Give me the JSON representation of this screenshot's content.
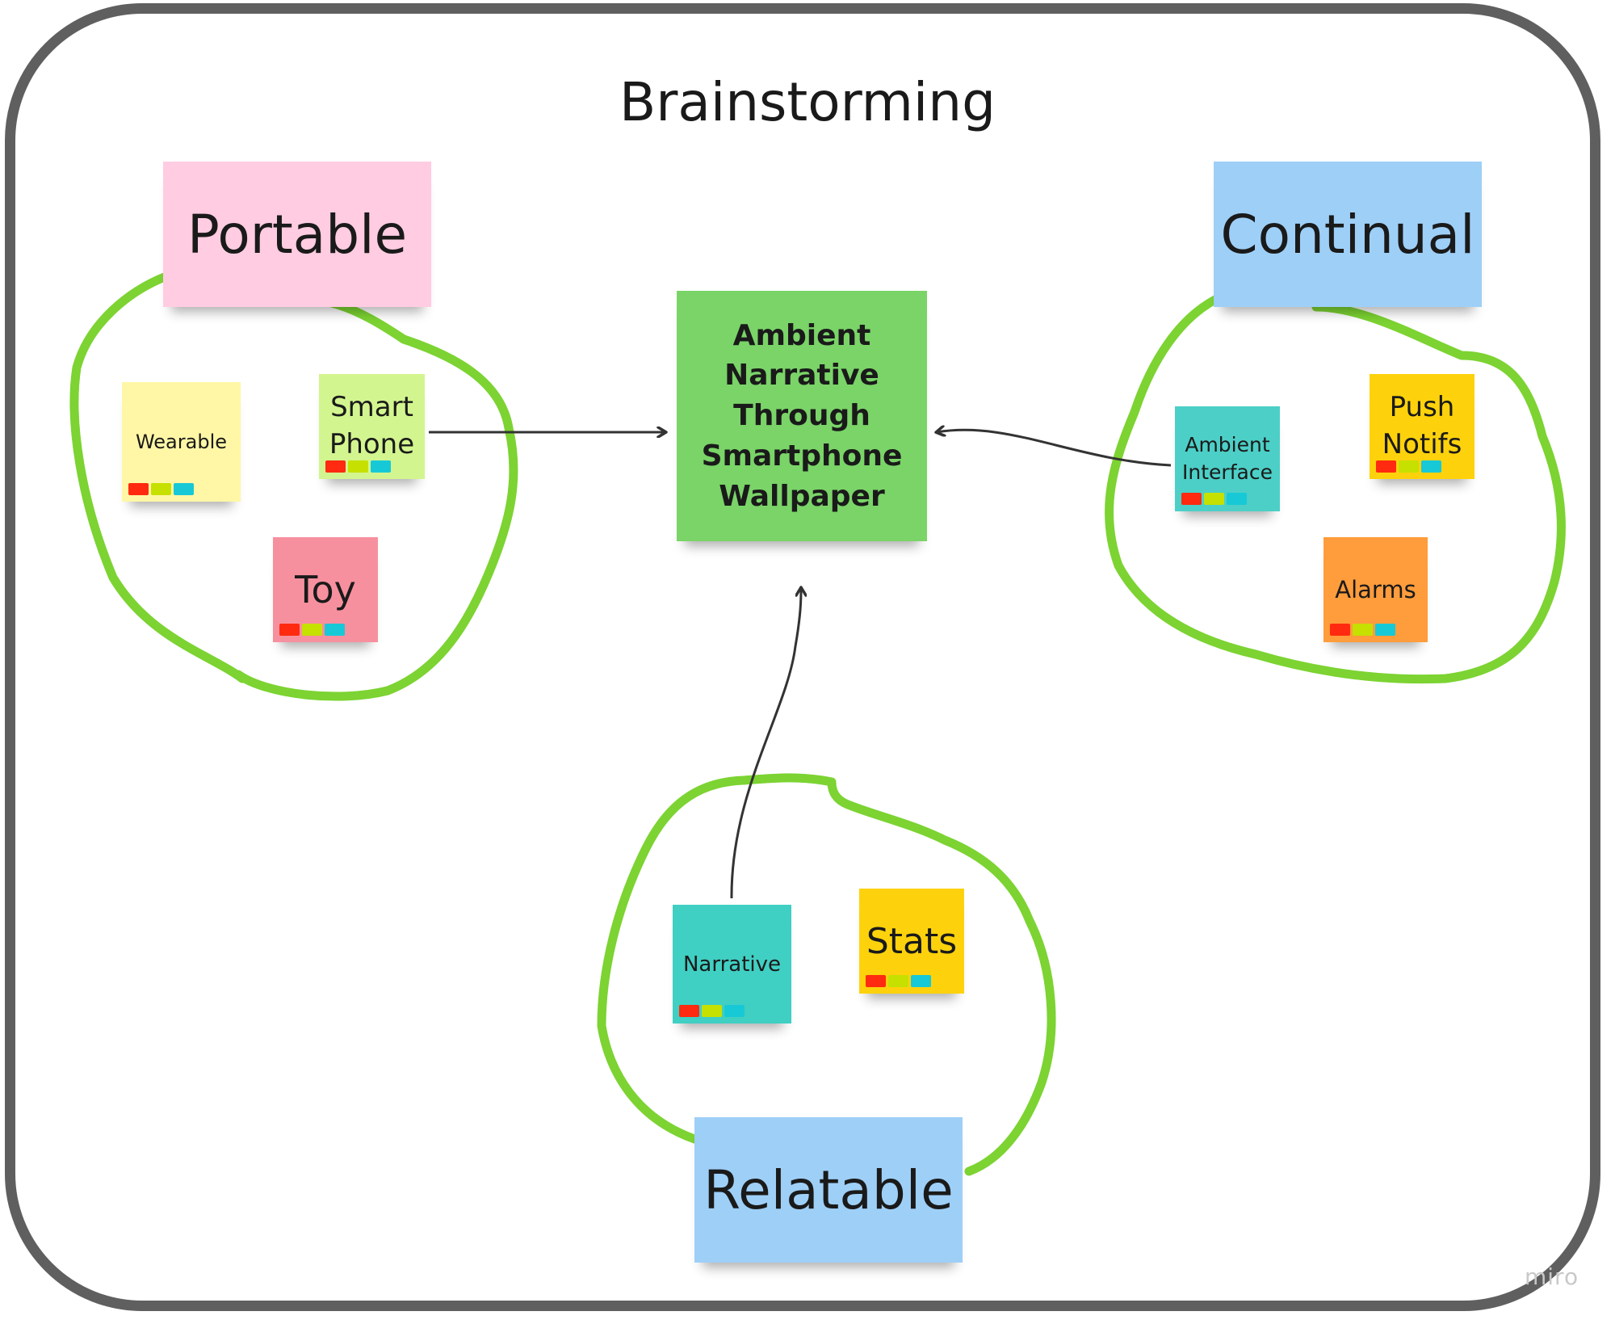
{
  "title": "Brainstorming",
  "watermark": "miro",
  "colors": {
    "frame_border": "#5f5f5f",
    "cluster_stroke": "#7cd332",
    "connector": "#333333",
    "tag_red": "#ff2a0f",
    "tag_lime": "#c6e000",
    "tag_cyan": "#17c9d6"
  },
  "center_note": {
    "text": "Ambient\nNarrative\nThrough\nSmartphone\nWallpaper",
    "color": "#7ad468"
  },
  "headers": {
    "portable": {
      "text": "Portable",
      "color": "#ffcce1"
    },
    "continual": {
      "text": "Continual",
      "color": "#9ecff7"
    },
    "relatable": {
      "text": "Relatable",
      "color": "#9ecff7"
    }
  },
  "notes": {
    "wearable": {
      "text": "Wearable",
      "color": "#fff7a6"
    },
    "smart_phone": {
      "text": "Smart\nPhone",
      "color": "#d3f58f"
    },
    "toy": {
      "text": "Toy",
      "color": "#f7909e"
    },
    "ambient_interface": {
      "text": "Ambient\nInterface",
      "color": "#4ccfc7"
    },
    "push_notifs": {
      "text": "Push\nNotifs",
      "color": "#fdd20c"
    },
    "alarms": {
      "text": "Alarms",
      "color": "#ff9c3c"
    },
    "narrative": {
      "text": "Narrative",
      "color": "#40cfc3"
    },
    "stats": {
      "text": "Stats",
      "color": "#fdd20c"
    }
  },
  "connectors": [
    {
      "from": "Smart Phone",
      "to": "Ambient Narrative Through Smartphone Wallpaper"
    },
    {
      "from": "Ambient Interface",
      "to": "Ambient Narrative Through Smartphone Wallpaper"
    },
    {
      "from": "Narrative",
      "to": "Ambient Narrative Through Smartphone Wallpaper"
    }
  ]
}
